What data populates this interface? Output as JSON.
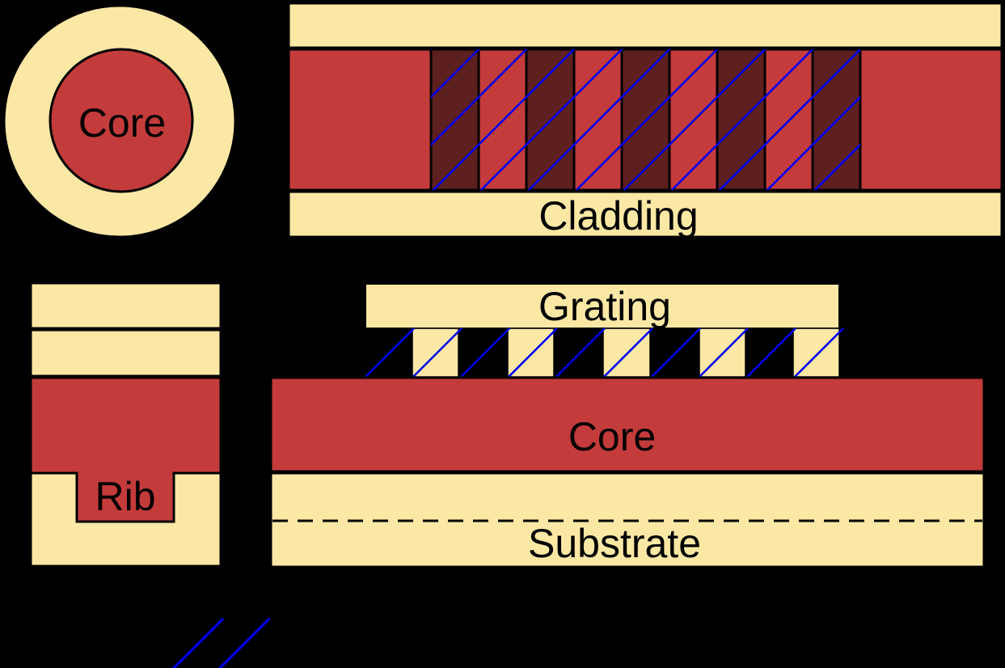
{
  "diagram": {
    "type": "optical-waveguide-structures",
    "fiber_cross_section": {
      "core_label": "Core"
    },
    "fiber_bragg_grating": {
      "cladding_label": "Cladding",
      "grating_segment_count": 9
    },
    "rib_waveguide": {
      "rib_label": "Rib"
    },
    "surface_grating_waveguide": {
      "grating_label": "Grating",
      "core_label": "Core",
      "substrate_label": "Substrate",
      "grating_tooth_count": 5
    },
    "legend": {
      "hatch_line_count": 2
    }
  },
  "colors": {
    "background": "#000000",
    "cream": "#FBE8A5",
    "red": "#C43B3B",
    "dark_red": "#5E1F1F",
    "hatch_blue": "#0000EE",
    "outline": "#000000"
  }
}
